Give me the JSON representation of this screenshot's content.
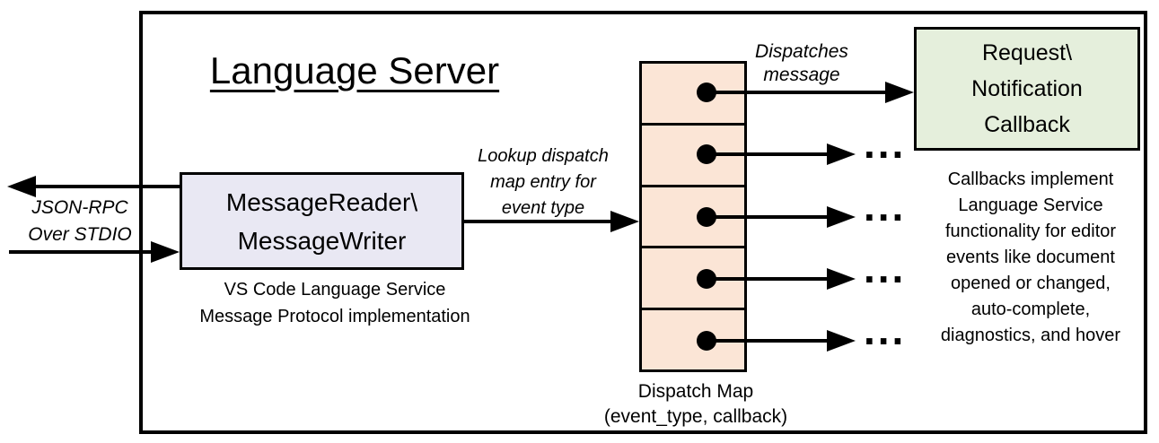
{
  "title": "Language Server",
  "io_label": {
    "line1": "JSON-RPC",
    "line2": "Over STDIO"
  },
  "message_box": {
    "line1": "MessageReader\\",
    "line2": "MessageWriter"
  },
  "message_caption": {
    "line1": "VS Code Language Service",
    "line2": "Message Protocol implementation"
  },
  "lookup_label": {
    "line1": "Lookup dispatch",
    "line2": "map entry for",
    "line3": "event type"
  },
  "dispatch_label": {
    "line1": "Dispatches",
    "line2": "message"
  },
  "callback_box": {
    "line1": "Request\\",
    "line2": "Notification",
    "line3": "Callback"
  },
  "callback_note": {
    "lines": [
      "Callbacks implement",
      "Language Service",
      "functionality for editor",
      "events like document",
      "opened or changed,",
      "auto-complete,",
      "diagnostics, and hover"
    ]
  },
  "map_caption": {
    "line1": "Dispatch Map",
    "line2": "(event_type, callback)"
  },
  "glyphs": {
    "ellipsis": "..."
  },
  "colors": {
    "message_box_fill": "#e9e8f3",
    "dispatch_cell_fill": "#fbe5d6",
    "callback_box_fill": "#e5efdc",
    "line_color": "#000000"
  }
}
